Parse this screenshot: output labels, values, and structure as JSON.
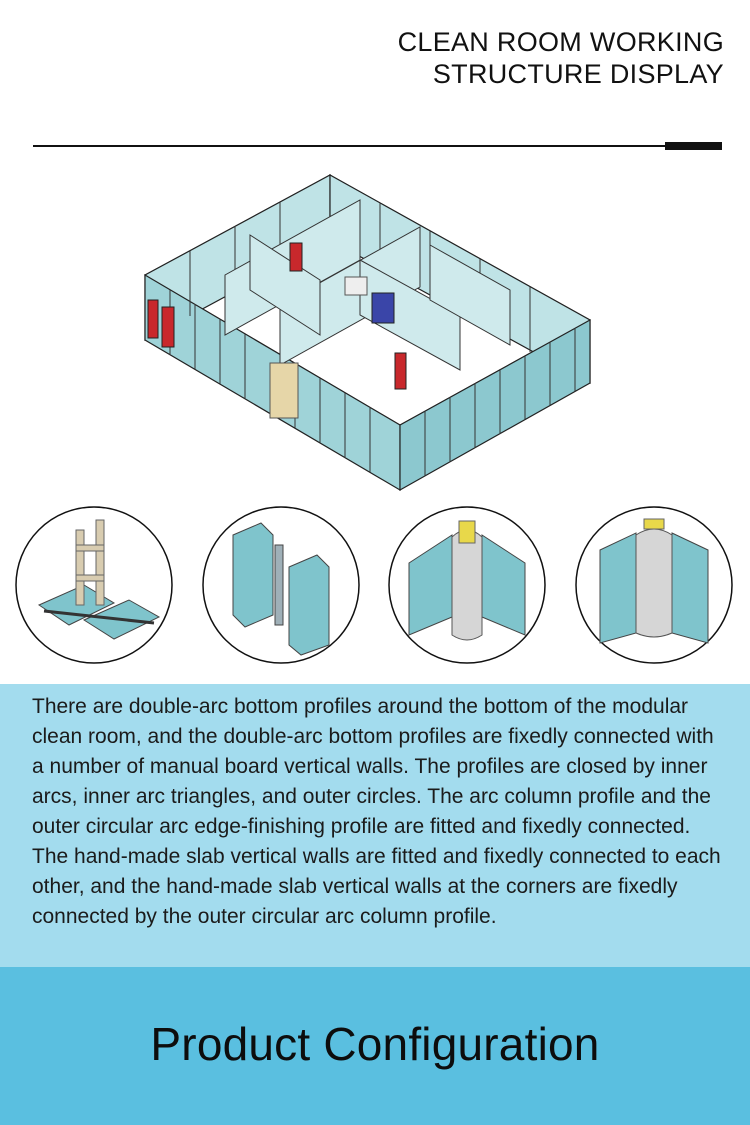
{
  "header": {
    "title_line1": "CLEAN ROOM WORKING",
    "title_line2": "STRUCTURE DISPLAY"
  },
  "illustration": {
    "main_icon": "isometric-clean-room-floorplan",
    "details": [
      "bottom-profile-detail",
      "panel-joint-detail",
      "arc-column-corner-detail",
      "outer-arc-corner-detail"
    ]
  },
  "description": {
    "text": "There are double-arc bottom profiles around the bottom of the modular clean room, and the double-arc bottom profiles are fixedly connected with a number of manual board vertical walls. The profiles are closed by inner arcs, inner arc triangles, and outer circles. The arc column profile and the outer circular arc edge-finishing profile are fitted and fixedly connected. The hand-made slab vertical walls are fitted and fixedly connected to each other, and the hand-made slab vertical walls at the corners are fixedly connected by the outer circular arc column profile."
  },
  "footer": {
    "title": "Product Configuration"
  },
  "colors": {
    "description_bg": "#a3dcee",
    "footer_bg": "#5abfe0",
    "panel_fill": "#9fd3d8",
    "door_red": "#c8282c",
    "door_blue": "#3a45a8"
  }
}
